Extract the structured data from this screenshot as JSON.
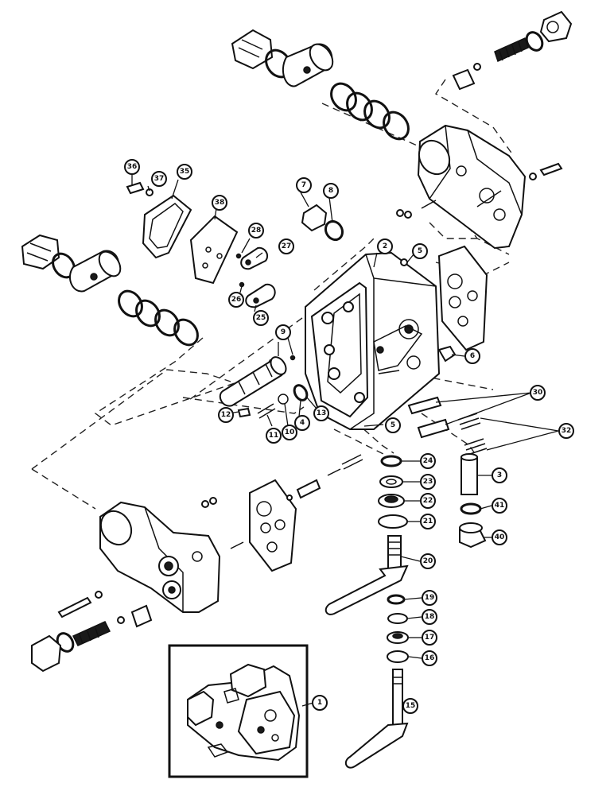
{
  "callouts": [
    {
      "id": "c1",
      "label": "1"
    },
    {
      "id": "c2",
      "label": "2"
    },
    {
      "id": "c3",
      "label": "3"
    },
    {
      "id": "c4",
      "label": "4"
    },
    {
      "id": "c5a",
      "label": "5"
    },
    {
      "id": "c5b",
      "label": "5"
    },
    {
      "id": "c6",
      "label": "6"
    },
    {
      "id": "c7",
      "label": "7"
    },
    {
      "id": "c8",
      "label": "8"
    },
    {
      "id": "c9",
      "label": "9"
    },
    {
      "id": "c10",
      "label": "10"
    },
    {
      "id": "c11",
      "label": "11"
    },
    {
      "id": "c12",
      "label": "12"
    },
    {
      "id": "c13",
      "label": "13"
    },
    {
      "id": "c15",
      "label": "15"
    },
    {
      "id": "c16",
      "label": "16"
    },
    {
      "id": "c17",
      "label": "17"
    },
    {
      "id": "c18",
      "label": "18"
    },
    {
      "id": "c19",
      "label": "19"
    },
    {
      "id": "c20",
      "label": "20"
    },
    {
      "id": "c21",
      "label": "21"
    },
    {
      "id": "c22",
      "label": "22"
    },
    {
      "id": "c23",
      "label": "23"
    },
    {
      "id": "c24",
      "label": "24"
    },
    {
      "id": "c25",
      "label": "25"
    },
    {
      "id": "c26",
      "label": "26"
    },
    {
      "id": "c27",
      "label": "27"
    },
    {
      "id": "c28",
      "label": "28"
    },
    {
      "id": "c30",
      "label": "30"
    },
    {
      "id": "c32",
      "label": "32"
    },
    {
      "id": "c35",
      "label": "35"
    },
    {
      "id": "c36",
      "label": "36"
    },
    {
      "id": "c37",
      "label": "37"
    },
    {
      "id": "c38",
      "label": "38"
    },
    {
      "id": "c40",
      "label": "40"
    },
    {
      "id": "c41",
      "label": "41"
    }
  ]
}
